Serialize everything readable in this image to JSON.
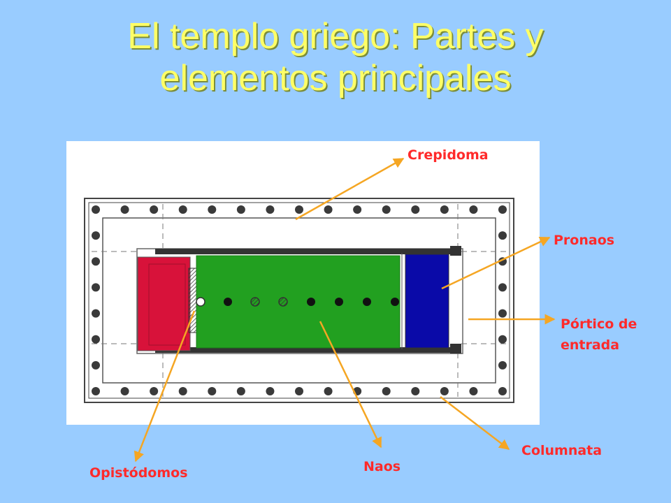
{
  "title": {
    "line1": "El templo griego: Partes y",
    "line2": "elementos principales"
  },
  "labels": {
    "crepidoma": "Crepidoma",
    "pronaos": "Pronaos",
    "portico_line1": "Pórtico de",
    "portico_line2": "entrada",
    "columnata": "Columnata",
    "naos": "Naos",
    "opistodomos": "Opistódomos"
  },
  "colors": {
    "background": "#99ccff",
    "title": "#ffff66",
    "label": "#ff2a2a",
    "arrow": "#f5a623",
    "naos": "#22a020",
    "pronaos": "#0a0aa8",
    "opistodomos": "#d8123a"
  }
}
